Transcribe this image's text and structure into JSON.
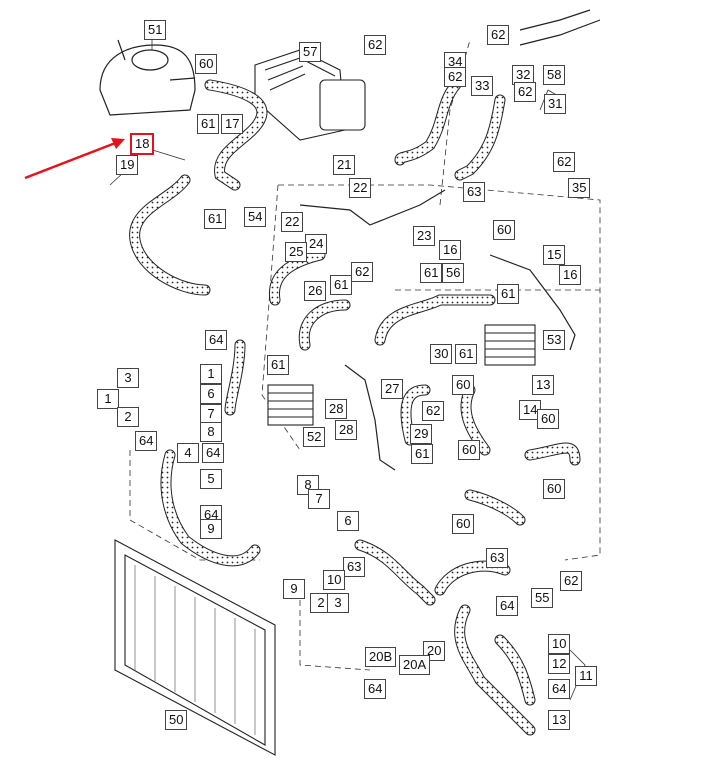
{
  "diagram": {
    "highlight_color": "#e3121b",
    "highlighted_part": "18",
    "part_labels": [
      "51",
      "57",
      "62",
      "34",
      "62",
      "33",
      "62",
      "32",
      "62",
      "58",
      "31",
      "60",
      "61",
      "17",
      "18",
      "19",
      "21",
      "22",
      "62",
      "35",
      "63",
      "22",
      "24",
      "23",
      "60",
      "16",
      "61",
      "54",
      "25",
      "62",
      "61",
      "56",
      "15",
      "16",
      "26",
      "61",
      "61",
      "64",
      "53",
      "30",
      "61",
      "61",
      "1",
      "3",
      "1",
      "2",
      "64",
      "6",
      "7",
      "8",
      "4",
      "64",
      "5",
      "27",
      "60",
      "13",
      "28",
      "62",
      "52",
      "14",
      "60",
      "29",
      "28",
      "60",
      "61",
      "8",
      "7",
      "64",
      "9",
      "6",
      "60",
      "60",
      "63",
      "63",
      "55",
      "62",
      "9",
      "10",
      "2",
      "3",
      "64",
      "20B",
      "20",
      "20A",
      "10",
      "12",
      "11",
      "64",
      "64",
      "50",
      "13"
    ]
  }
}
